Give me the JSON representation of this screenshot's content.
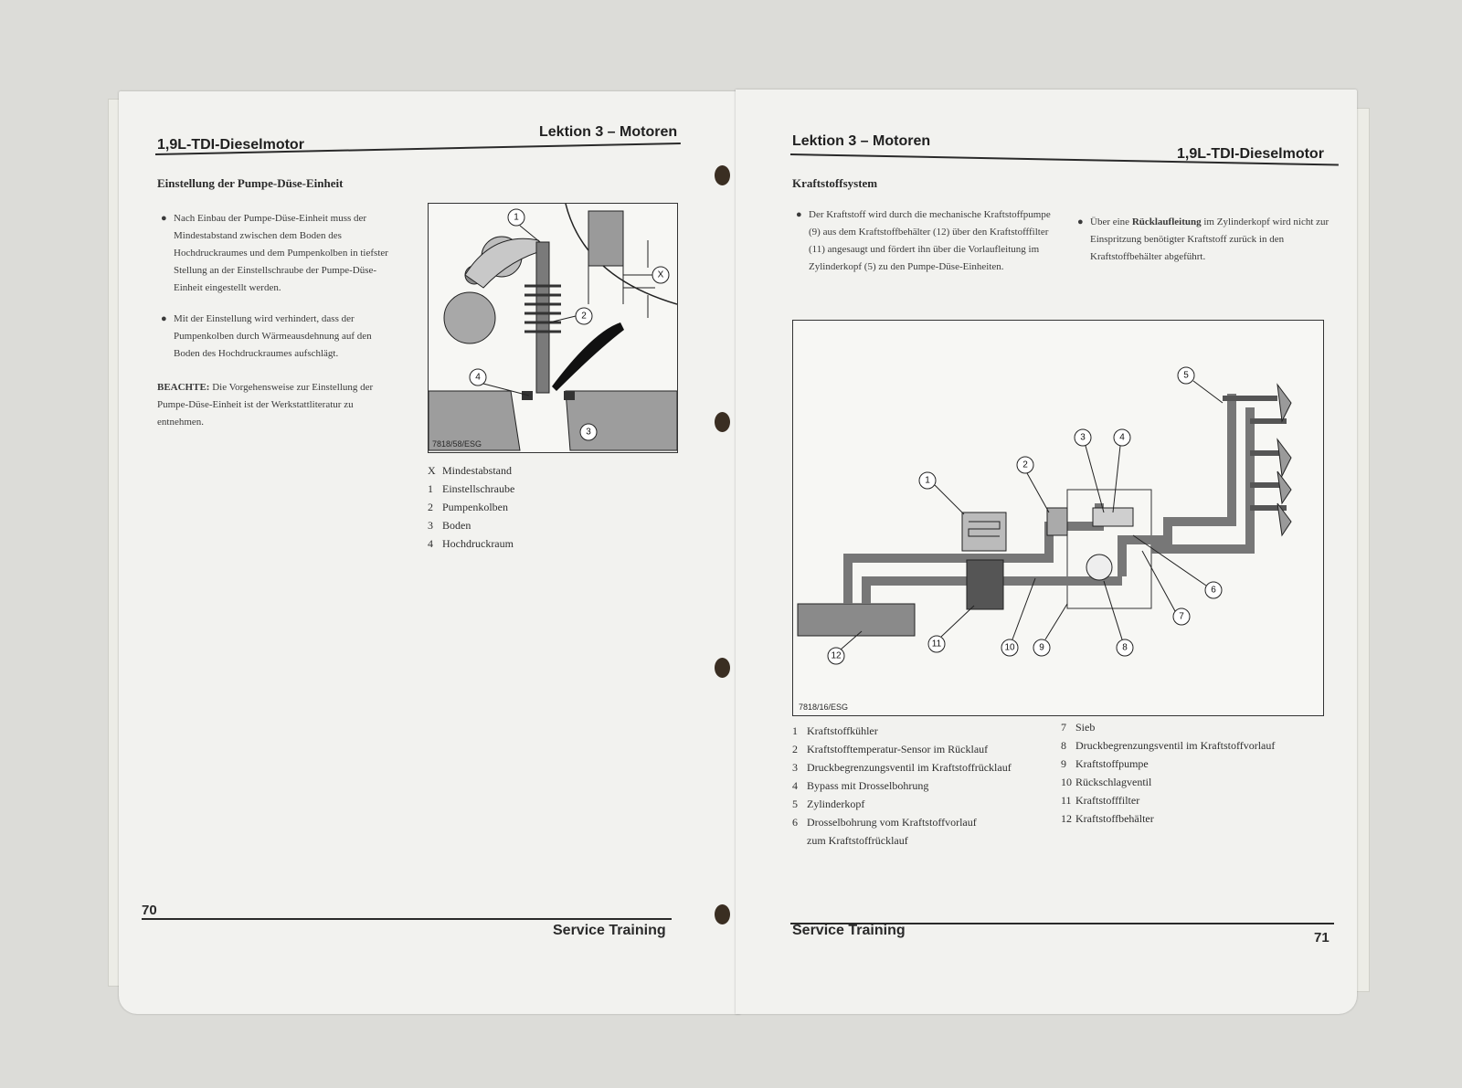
{
  "left_page": {
    "header_left": "1,9L-TDI-Dieselmotor",
    "header_right": "Lektion 3 – Motoren",
    "section_title": "Einstellung der Pumpe-Düse-Einheit",
    "bullets": [
      "Nach Einbau der Pumpe-Düse-Einheit muss der Mindestabstand zwischen dem Boden des Hochdruckraumes und dem Pumpenkolben in tiefster Stellung an der Einstellschraube der Pumpe-Düse-Einheit eingestellt werden.",
      "Mit der Einstellung wird verhindert, dass der Pumpenkolben durch Wärmeausdehnung auf den Boden des Hochdruckraumes aufschlägt."
    ],
    "note_label": "BEACHTE:",
    "note_text": "Die Vorgehensweise zur Einstellung der Pumpe-Düse-Einheit ist der Werkstattliteratur zu entnehmen.",
    "figure_code": "7818/58/ESG",
    "figure_callouts": [
      "1",
      "2",
      "3",
      "4",
      "X"
    ],
    "legend": [
      {
        "key": "X",
        "label": "Mindestabstand"
      },
      {
        "key": "1",
        "label": "Einstellschraube"
      },
      {
        "key": "2",
        "label": "Pumpenkolben"
      },
      {
        "key": "3",
        "label": "Boden"
      },
      {
        "key": "4",
        "label": "Hochdruckraum"
      }
    ],
    "page_number": "70",
    "footer": "Service Training"
  },
  "right_page": {
    "header_left": "Lektion 3 – Motoren",
    "header_right": "1,9L-TDI-Dieselmotor",
    "section_title": "Kraftstoffsystem",
    "bullet_left": "Der Kraftstoff wird durch die mechanische Kraftstoffpumpe (9) aus dem Kraftstoffbehälter (12) über den Kraftstofffilter (11) angesaugt und fördert ihn über die Vorlaufleitung im Zylinderkopf (5) zu den Pumpe-Düse-Einheiten.",
    "bullet_right_pre": "Über eine ",
    "bullet_right_bold": "Rücklaufleitung",
    "bullet_right_post": " im Zylinderkopf wird nicht zur Einspritzung benötigter Kraftstoff zurück in den Kraftstoffbehälter abgeführt.",
    "figure_code": "7818/16/ESG",
    "figure_callouts": [
      "1",
      "2",
      "3",
      "4",
      "5",
      "6",
      "7",
      "8",
      "9",
      "10",
      "11",
      "12"
    ],
    "legend_left": [
      {
        "key": "1",
        "label": "Kraftstoffkühler"
      },
      {
        "key": "2",
        "label": "Kraftstofftemperatur-Sensor im Rücklauf"
      },
      {
        "key": "3",
        "label": "Druckbegrenzungsventil im Kraftstoffrücklauf"
      },
      {
        "key": "4",
        "label": "Bypass mit Drosselbohrung"
      },
      {
        "key": "5",
        "label": "Zylinderkopf"
      },
      {
        "key": "6",
        "label": "Drosselbohrung vom Kraftstoffvorlauf"
      },
      {
        "key": "",
        "label": "zum Kraftstoffrücklauf"
      }
    ],
    "legend_right": [
      {
        "key": "7",
        "label": "Sieb"
      },
      {
        "key": "8",
        "label": "Druckbegrenzungsventil im Kraftstoffvorlauf"
      },
      {
        "key": "9",
        "label": "Kraftstoffpumpe"
      },
      {
        "key": "10",
        "label": "Rückschlagventil"
      },
      {
        "key": "11",
        "label": "Kraftstofffilter"
      },
      {
        "key": "12",
        "label": "Kraftstoffbehälter"
      }
    ],
    "page_number": "71",
    "footer": "Service Training"
  }
}
